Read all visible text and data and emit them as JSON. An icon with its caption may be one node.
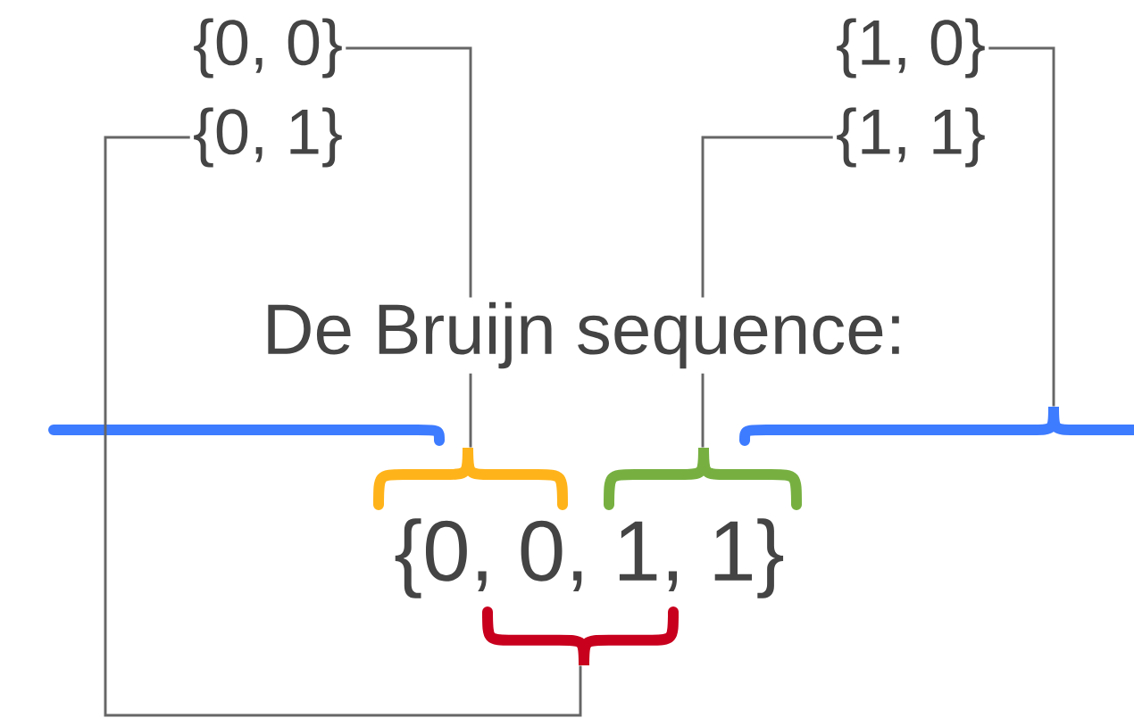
{
  "diagram": {
    "nodes": [
      {
        "text": [
          "{0, 0}"
        ]
      },
      {
        "text": [
          "{0, 1}"
        ]
      },
      {
        "text": [
          "{1, 0}"
        ]
      },
      {
        "text": [
          "{1, 1}"
        ]
      },
      {
        "text": [],
        "shape": "brace"
      },
      {
        "text": [],
        "shape": "brace"
      },
      {
        "text": [],
        "shape": "brace"
      },
      {
        "text": [],
        "shape": "brace"
      }
    ],
    "edges": [
      {
        "from": 0,
        "to": 4,
        "arrow": "none"
      },
      {
        "from": 1,
        "to": 6,
        "arrow": "none"
      },
      {
        "from": 2,
        "to": 7,
        "arrow": "none"
      },
      {
        "from": 3,
        "to": 5,
        "arrow": "none"
      }
    ],
    "labels": [
      "De Bruijn sequence:",
      "{0, 0, 1, 1}"
    ]
  }
}
